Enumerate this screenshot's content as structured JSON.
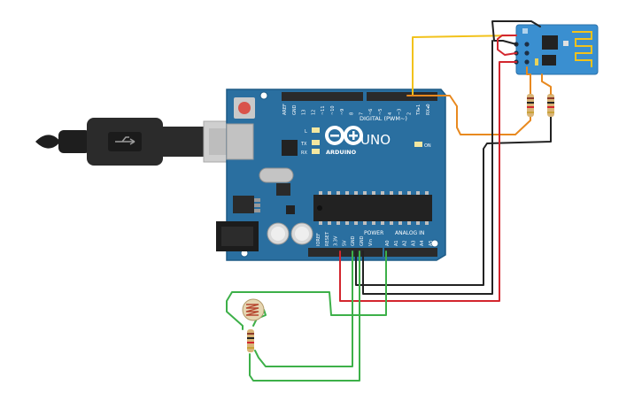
{
  "board": {
    "name": "UNO",
    "brand": "ARDUINO",
    "digital_label": "DIGITAL (PWM~)",
    "power_label": "POWER",
    "analog_label": "ANALOG IN",
    "led_l": "L",
    "led_tx": "TX",
    "led_rx": "RX",
    "led_on": "ON",
    "top_pins": [
      "AREF",
      "GND",
      "13",
      "12",
      "~11",
      "~10",
      "~9",
      "8",
      "7",
      "~6",
      "~5",
      "4",
      "~3",
      "2",
      "TX▸1",
      "RX◂0"
    ],
    "power_pins": [
      "IOREF",
      "RESET",
      "3.3V",
      "5V",
      "GND",
      "GND",
      "Vin"
    ],
    "analog_pins": [
      "A0",
      "A1",
      "A2",
      "A3",
      "A4",
      "A5"
    ]
  },
  "colors": {
    "board": "#2a6fa0",
    "board_edge": "#1d5a85",
    "header": "#2a2a2a",
    "wire_red": "#d3262e",
    "wire_black": "#222222",
    "wire_green": "#3db049",
    "wire_yellow": "#f2c21b",
    "wire_orange": "#e8891f",
    "esp_board": "#3a8fd0",
    "usb_gray": "#c8c8c8"
  },
  "icons": [
    "usb-cable-icon",
    "arduino-infinity-logo-icon",
    "reset-button-icon",
    "photoresistor-icon",
    "resistor-icon",
    "esp8266-module-icon",
    "dc-barrel-jack-icon",
    "capacitor-icon",
    "crystal-icon"
  ]
}
